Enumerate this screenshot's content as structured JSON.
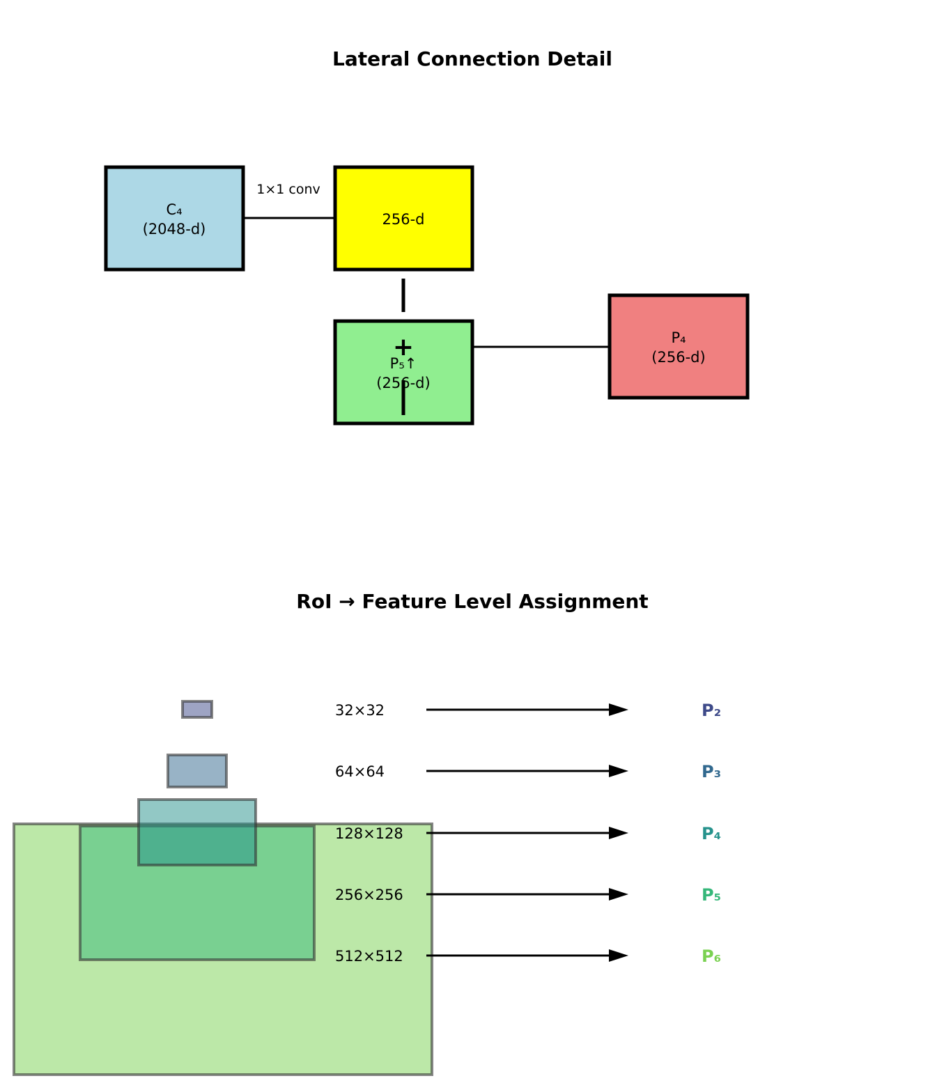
{
  "lateral": {
    "title": "Lateral Connection Detail",
    "c4": {
      "line1": "C₄",
      "line2": "(2048-d)",
      "color": "#add8e6"
    },
    "conv_label": "1×1 conv",
    "reduced": {
      "label": "256-d",
      "color": "#ffff00"
    },
    "sum": {
      "symbol": "+",
      "line1": "P₅↑",
      "line2": "(256-d)",
      "color": "#90ee90"
    },
    "p4": {
      "line1": "P₄",
      "line2": "(256-d)",
      "color": "#f08080"
    }
  },
  "assignment": {
    "title": "RoI → Feature Level Assignment",
    "rows": [
      {
        "size": "32×32",
        "level": "P₂",
        "color": "#3e4a89"
      },
      {
        "size": "64×64",
        "level": "P₃",
        "color": "#31688e"
      },
      {
        "size": "128×128",
        "level": "P₄",
        "color": "#26928c"
      },
      {
        "size": "256×256",
        "level": "P₅",
        "color": "#35b779"
      },
      {
        "size": "512×512",
        "level": "P₆",
        "color": "#7ad151"
      }
    ]
  }
}
